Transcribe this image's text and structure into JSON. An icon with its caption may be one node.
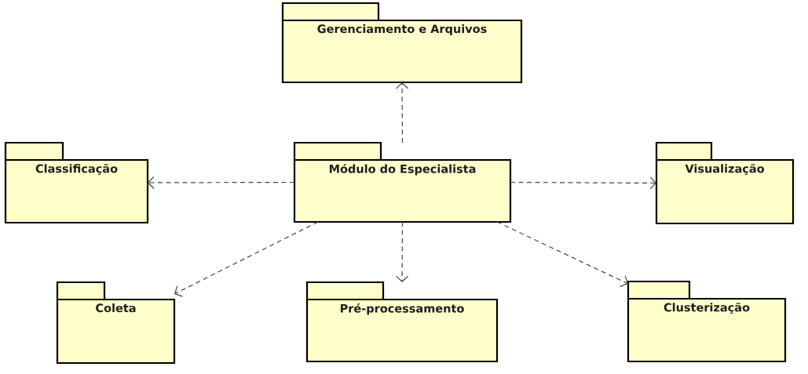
{
  "diagram": {
    "nodes": [
      {
        "text": [
          "Gerenciamento e Arquivos"
        ]
      },
      {
        "text": [
          "Classificação"
        ]
      },
      {
        "text": [
          "Módulo do Especialista"
        ]
      },
      {
        "text": [
          "Visualização"
        ]
      },
      {
        "text": [
          "Coleta"
        ]
      },
      {
        "text": [
          "Pré-processamento"
        ]
      },
      {
        "text": [
          "Clusterização"
        ]
      }
    ],
    "edges": [
      {
        "from": 2,
        "to": 0,
        "arrow": "to",
        "style": "dashed"
      },
      {
        "from": 2,
        "to": 1,
        "arrow": "to",
        "style": "dashed"
      },
      {
        "from": 2,
        "to": 3,
        "arrow": "to",
        "style": "dashed"
      },
      {
        "from": 2,
        "to": 4,
        "arrow": "to",
        "style": "dashed"
      },
      {
        "from": 2,
        "to": 5,
        "arrow": "to",
        "style": "dashed"
      },
      {
        "from": 2,
        "to": 6,
        "arrow": "to",
        "style": "dashed"
      }
    ]
  }
}
